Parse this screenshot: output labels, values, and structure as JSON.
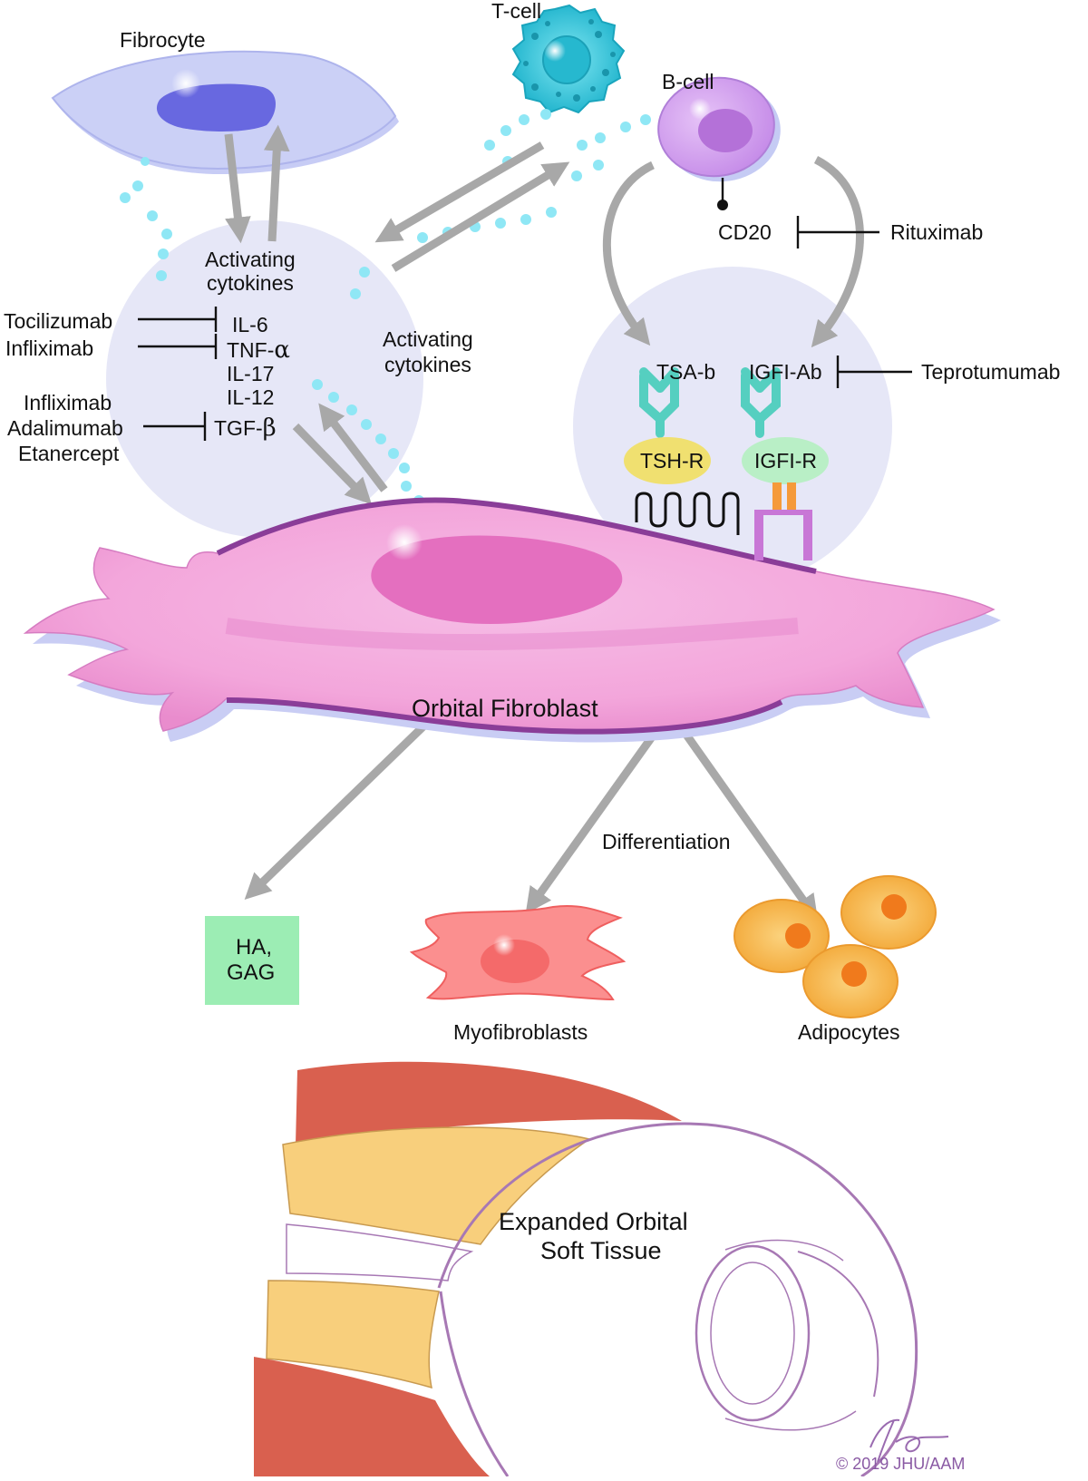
{
  "cells": {
    "fibrocyte": "Fibrocyte",
    "t_cell": "T-cell",
    "b_cell": "B-cell",
    "orbital_fibroblast": "Orbital Fibroblast",
    "myofibroblasts": "Myofibroblasts",
    "adipocytes": "Adipocytes"
  },
  "cytokines": {
    "activating_left": [
      "Activating",
      "cytokines"
    ],
    "activating_center": [
      "Activating",
      "cytokines"
    ],
    "list": [
      {
        "name": "IL-6"
      },
      {
        "name": "TNF-",
        "greek": "α"
      },
      {
        "name": "IL-17"
      },
      {
        "name": "IL-12"
      },
      {
        "name": "TGF-",
        "greek": "β"
      }
    ]
  },
  "drugs": {
    "tocilizumab": "Tocilizumab",
    "infliximab_1": "Infliximab",
    "infliximab_2": "Infliximab",
    "adalimumab": "Adalimumab",
    "etanercept": "Etanercept",
    "rituximab": "Rituximab",
    "teprotumumab": "Teprotumumab"
  },
  "receptors": {
    "cd20": "CD20",
    "tsa_b": "TSA-b",
    "igfi_ab": "IGFI-Ab",
    "tsh_r": "TSH-R",
    "igfi_r": "IGFI-R"
  },
  "outputs": {
    "ha_gag": [
      "HA,",
      "GAG"
    ],
    "differentiation": "Differentiation"
  },
  "tissue": {
    "label": [
      "Expanded Orbital",
      "Soft Tissue"
    ]
  },
  "credit": {
    "copyright": "© 2019 JHU/AAM"
  },
  "colors": {
    "fibroblast": "#f3a6db",
    "fibroblast_nucleus": "#e46fbf",
    "fibroblast_outline": "#8a3d98",
    "fibrocyte": "#cbd0f6",
    "fibrocyte_nucleus": "#6868e0",
    "t_cell": "#2fc6da",
    "b_cell": "#cf93ec",
    "circle_bg": "#e6e7f7",
    "arrow_grey": "#a8a8a8",
    "dots": "#8fe7f5",
    "antibody": "#55cfc0",
    "tsh_r": "#f0e070",
    "igfi_r": "#b9efc6",
    "ha_box": "#9cedb4",
    "myofibroblast": "#fb8f8f",
    "adipocyte": "#f7b643",
    "muscle": "#d9604f",
    "fat": "#f8cf7c",
    "eye_outline": "#a778b4"
  }
}
